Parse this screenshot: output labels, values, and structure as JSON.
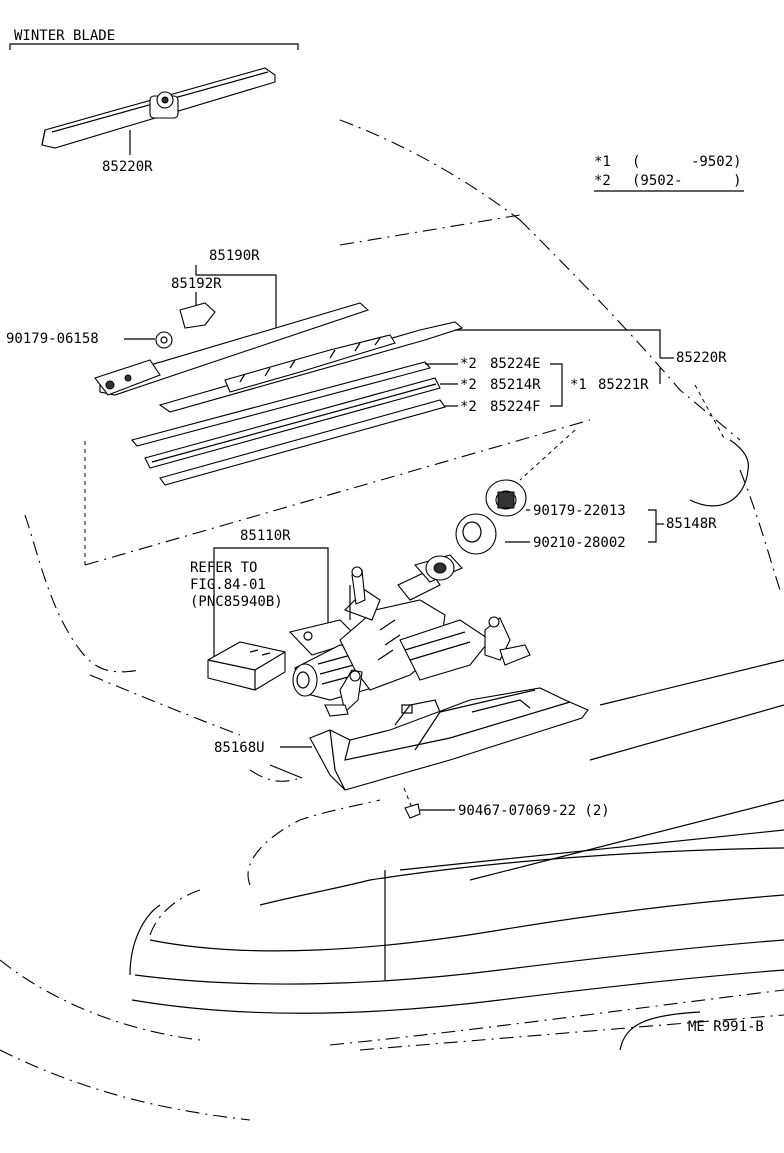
{
  "header": {
    "section_title": "WINTER BLADE"
  },
  "legend": [
    {
      "mark": "*1",
      "range": "(      -9502)"
    },
    {
      "mark": "*2",
      "range": "(9502-      )"
    }
  ],
  "labels": {
    "winter_blade_part": "85220R",
    "blade_assy_top": "85190R",
    "cap": "85192R",
    "nut": "90179-06158",
    "blade_assy_right": "85220R",
    "blade_221": "85221R",
    "rubber_e_prefix": "*2",
    "rubber_e": "85224E",
    "blade_214_prefix": "*2",
    "blade_214": "85214R",
    "blade_f_prefix": "*2",
    "blade_f": "85224F",
    "group_mark": "*1",
    "nut_22013": "90179-22013",
    "set_85148": "85148R",
    "washer_28002": "90210-28002",
    "motor": "85110R",
    "refer_line1": "REFER TO",
    "refer_line2": "FIG.84-01",
    "refer_line3": "(PNC85940B)",
    "cover": "85168U",
    "screw": "90467-07069-22 (2)",
    "figure_code": "ME R991-B"
  }
}
